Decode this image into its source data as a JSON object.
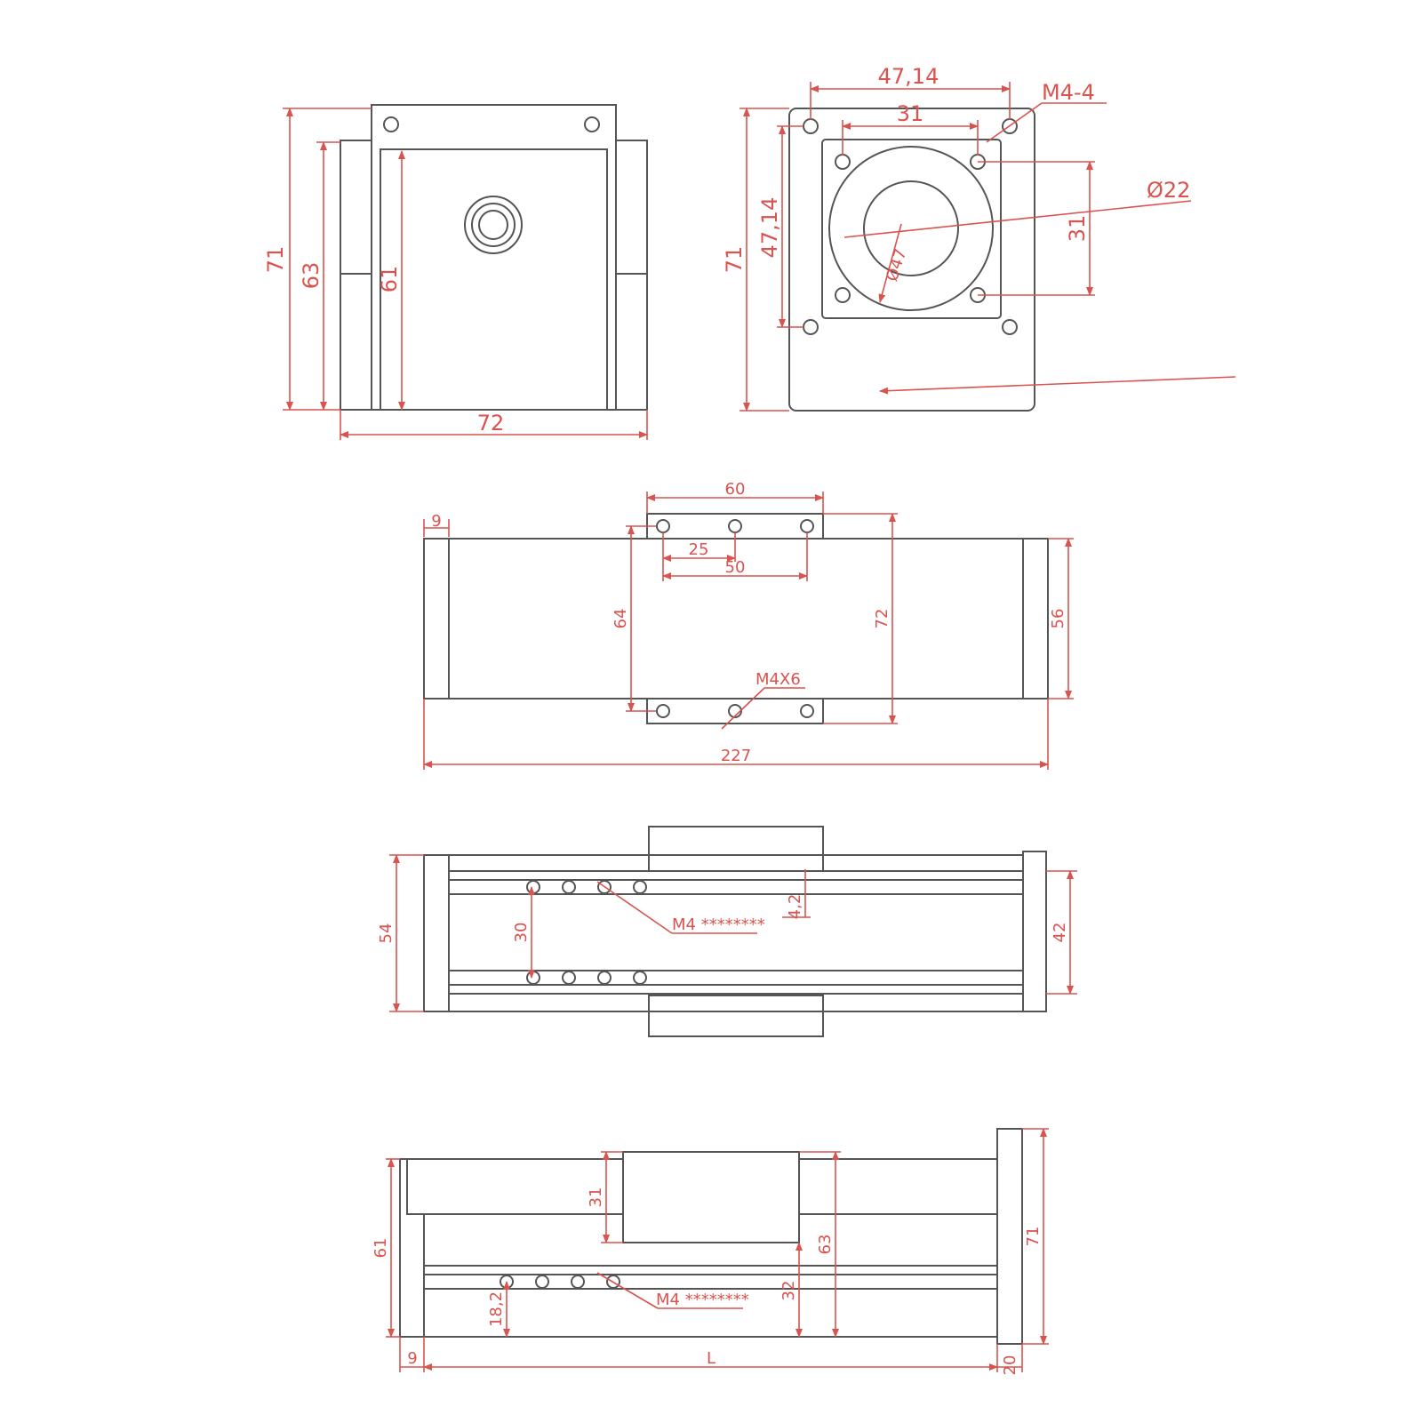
{
  "colors": {
    "part_stroke": "#555555",
    "dimension": "#d9534f",
    "background": "#ffffff"
  },
  "end_view": {
    "height_71": "71",
    "height_63": "63",
    "height_61": "61",
    "width_72": "72"
  },
  "flange_view": {
    "width_4714": "47,14",
    "thread_m44": "M4-4",
    "inner_31": "31",
    "height_4714": "47,14",
    "height_71": "71",
    "dia_22": "Ø22",
    "vert_31": "31",
    "center_label": "Ø47"
  },
  "top_view": {
    "width_60": "60",
    "pitch_25": "25",
    "pitch_50": "50",
    "height_64": "64",
    "height_72": "72",
    "end_56": "56",
    "thread_m4x6": "M4X6",
    "length_227": "227",
    "edge_9": "9"
  },
  "side_view": {
    "height_54": "54",
    "spacing_30": "30",
    "offset_42": "4,2",
    "height_42": "42",
    "thread_m4": "M4 ********"
  },
  "front_view": {
    "height_61": "61",
    "height_31": "31",
    "height_63": "63",
    "height_32": "32",
    "height_182": "18,2",
    "height_71": "71",
    "thread_m4": "M4 ********",
    "edge_9": "9",
    "length_l": "L",
    "edge_20": "20"
  }
}
